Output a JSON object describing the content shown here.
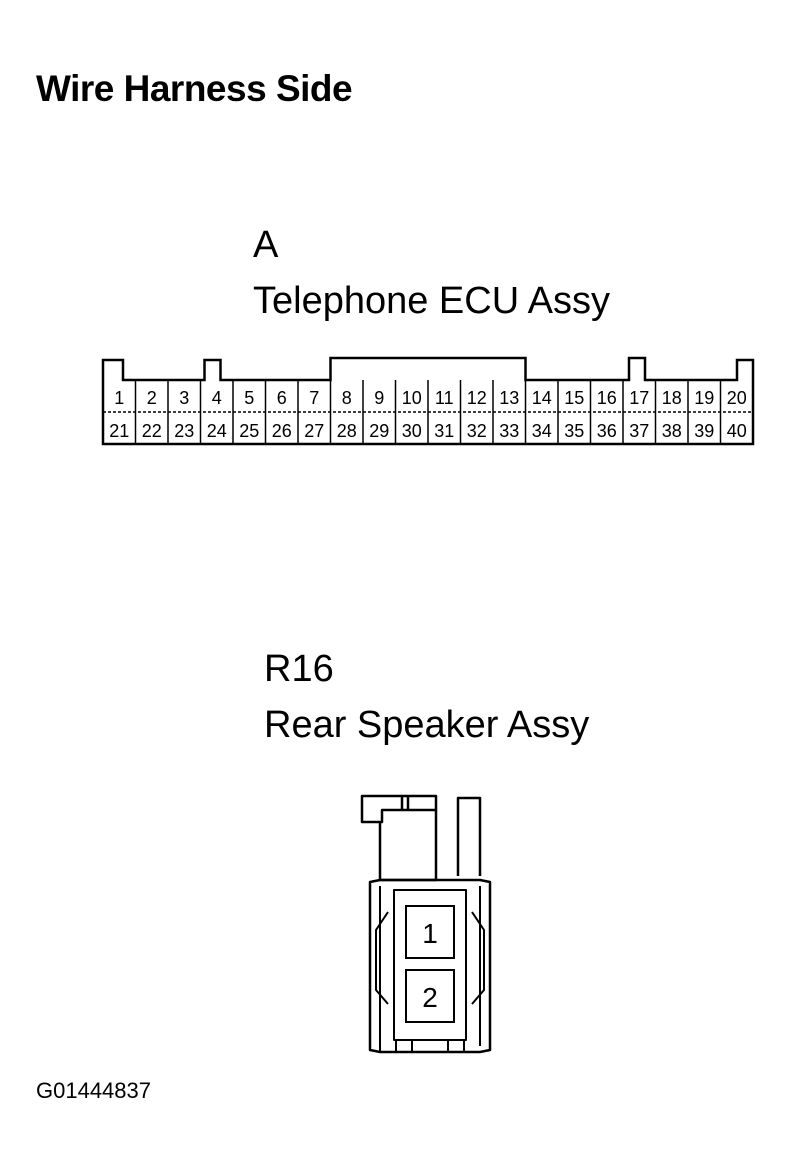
{
  "page_title": "Wire Harness Side",
  "connector_a": {
    "code": "A",
    "name": "Telephone ECU Assy",
    "top_row_pins": [
      "1",
      "2",
      "3",
      "4",
      "5",
      "6",
      "7",
      "8",
      "9",
      "10",
      "11",
      "12",
      "13",
      "14",
      "15",
      "16",
      "17",
      "18",
      "19",
      "20"
    ],
    "bottom_row_pins": [
      "21",
      "22",
      "23",
      "24",
      "25",
      "26",
      "27",
      "28",
      "29",
      "30",
      "31",
      "32",
      "33",
      "34",
      "35",
      "36",
      "37",
      "38",
      "39",
      "40"
    ]
  },
  "connector_r16": {
    "code": "R16",
    "name": "Rear Speaker Assy",
    "pins": [
      "1",
      "2"
    ]
  },
  "figure_id": "G01444837"
}
